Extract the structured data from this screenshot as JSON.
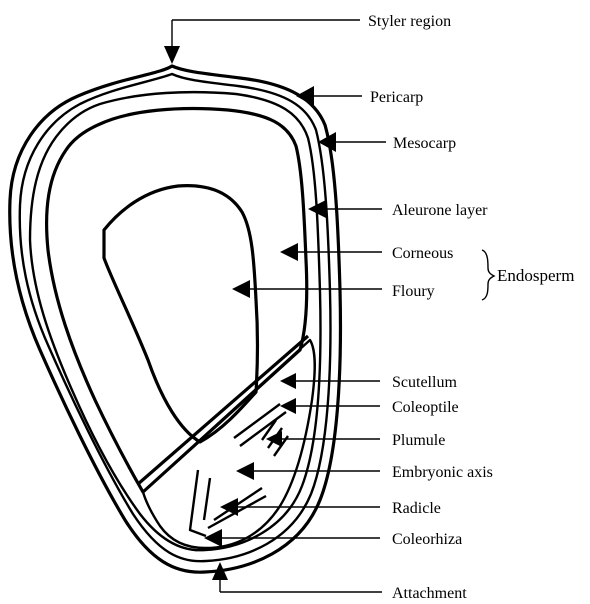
{
  "diagram": {
    "labels": {
      "styler_region": "Styler region",
      "pericarp": "Pericarp",
      "mesocarp": "Mesocarp",
      "aleurone_layer": "Aleurone layer",
      "corneous": "Corneous",
      "floury": "Floury",
      "endosperm": "Endosperm",
      "scutellum": "Scutellum",
      "coleoptile": "Coleoptile",
      "plumule": "Plumule",
      "embryonic_axis": "Embryonic axis",
      "radicle": "Radicle",
      "coleorhiza": "Coleorhiza",
      "attachment": "Attachment"
    }
  }
}
